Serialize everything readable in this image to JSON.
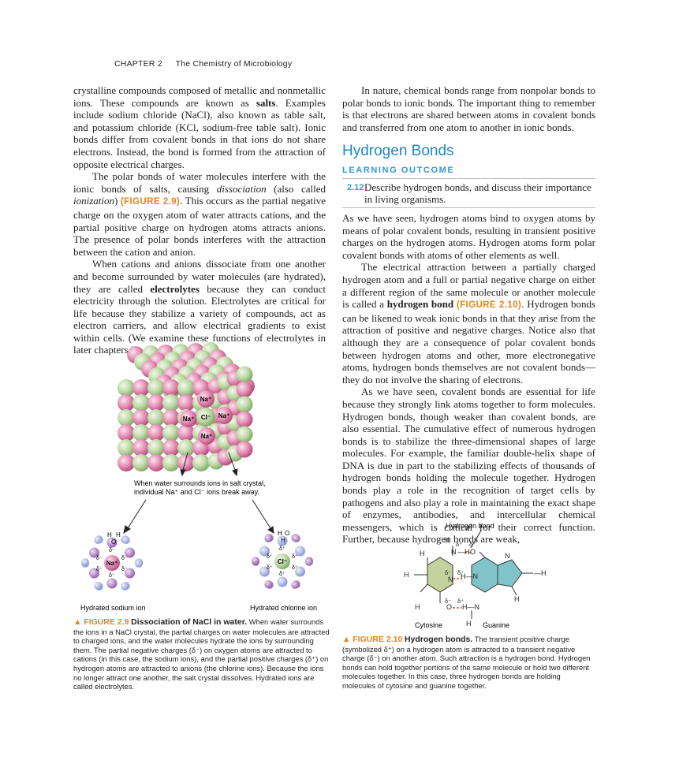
{
  "header": {
    "chapter": "CHAPTER 2",
    "title": "The Chemistry of Microbiology"
  },
  "left": {
    "p1_a": "crystalline compounds composed of metallic and nonmetallic ions. These compounds are known as ",
    "p1_b": "salts",
    "p1_c": ". Examples include sodium chloride (NaCl), also known as table salt, and potassium chloride (KCl, sodium-free table salt). Ionic bonds differ from covalent bonds in that ions do not share electrons. Instead, the bond is formed from the attraction of opposite electrical charges.",
    "p2_a": "The polar bonds of water molecules interfere with the ionic bonds of salts, causing ",
    "p2_b": "dissociation",
    "p2_c": " (also called ",
    "p2_d": "ionization",
    "p2_e": ") ",
    "p2_ref": "(FIGURE 2.9)",
    "p2_f": ". This occurs as the partial negative charge on the oxygen atom of water attracts cations, and the partial positive charge on hydrogen atoms attracts anions. The presence of polar bonds interferes with the attraction between the cation and anion.",
    "p3_a": "When cations and anions dissociate from one another and become surrounded by water molecules (are hydrated), they are called ",
    "p3_b": "electrolytes",
    "p3_c": " because they can conduct electricity through the solution. Electrolytes are critical for life because they stabilize a variety of compounds, act as electron carriers, and allow electrical gradients to exist within cells. (We examine these functions of electrolytes in later chapters.)"
  },
  "right": {
    "p1": "In nature, chemical bonds range from nonpolar bonds to polar bonds to ionic bonds. The important thing to remember is that electrons are shared between atoms in covalent bonds and transferred from one atom to another in ionic bonds."
  },
  "section": {
    "title": "Hydrogen Bonds",
    "learning_outcome_label": "LEARNING OUTCOME",
    "lo_number": "2.12",
    "lo_text": "Describe hydrogen bonds, and discuss their importance in living organisms."
  },
  "right2": {
    "p1": "As we have seen, hydrogen atoms bind to oxygen atoms by means of polar covalent bonds, resulting in transient positive charges on the hydrogen atoms. Hydrogen atoms form polar covalent bonds with atoms of other elements as well.",
    "p2_a": "The electrical attraction between a partially charged hydrogen atom and a full or partial negative charge on either a different region of the same molecule or another molecule is called a ",
    "p2_b": "hydrogen bond",
    "p2_ref": "(FIGURE 2.10)",
    "p2_c": ". Hydrogen bonds can be likened to weak ionic bonds in that they arise from the attraction of positive and negative charges. Notice also that although they are a consequence of polar covalent bonds between hydrogen atoms and other, more electronegative atoms, hydrogen bonds themselves are not covalent bonds—they do not involve the sharing of electrons.",
    "p3": "As we have seen, covalent bonds are essential for life because they strongly link atoms together to form molecules. Hydrogen bonds, though weaker than covalent bonds, are also essential. The cumulative effect of numerous hydrogen bonds is to stabilize the three-dimensional shapes of large molecules. For example, the familiar double-helix shape of DNA is due in part to the stabilizing effects of thousands of hydrogen bonds holding the molecule together. Hydrogen bonds play a role in the recognition of target cells by pathogens and also play a role in maintaining the exact shape of enzymes, antibodies, and intercellular chemical messengers, which is critical for their correct function. Further, because hydrogen bonds are weak,"
  },
  "fig9": {
    "ions": {
      "na": "Na⁺",
      "cl": "Cl⁻"
    },
    "note_line1": "When water surrounds ions in salt crystal,",
    "note_line2": "individual Na⁺ and Cl⁻ ions break away.",
    "label_sodium": "Hydrated sodium ion",
    "label_chlorine": "Hydrated chlorine ion",
    "h": "H",
    "o": "O",
    "dminus": "δ⁻",
    "dplus": "δ⁺"
  },
  "fig10": {
    "hbond_label": "Hydrogen bond",
    "cytosine": "Cytosine",
    "guanine": "Guanine"
  },
  "cap9": {
    "fig": "▲ FIGURE 2.9",
    "title": "Dissociation of NaCl in water.",
    "text": "When water surrounds the ions in a NaCl crystal, the partial charges on water molecules are attracted to charged ions, and the water molecules hydrate the ions by surrounding them. The partial negative charges (δ⁻) on oxygen atoms are attracted to cations (in this case, the sodium ions), and the partial positive charges (δ⁺) on hydrogen atoms are attracted to anions (the chlorine ions). Because the ions no longer attract one another, the salt crystal dissolves. Hydrated ions are called electrolytes."
  },
  "cap10": {
    "fig": "▲ FIGURE 2.10",
    "title": "Hydrogen bonds.",
    "text": "The transient positive charge (symbolized δ⁺) on a hydrogen atom is attracted to a transient negative charge (δ⁻) on another atom. Such attraction is a hydrogen bond. Hydrogen bonds can hold together portions of the same molecule or hold two different molecules together. In this case, three hydrogen bonds are holding molecules of cytosine and guanine together."
  },
  "colors": {
    "accent": "#e8821a",
    "heading": "#1f86c8",
    "na": "#d87aa6",
    "cl": "#a9cf8c",
    "cytosine": "#bfcf99",
    "guanine": "#7fc4c8"
  }
}
